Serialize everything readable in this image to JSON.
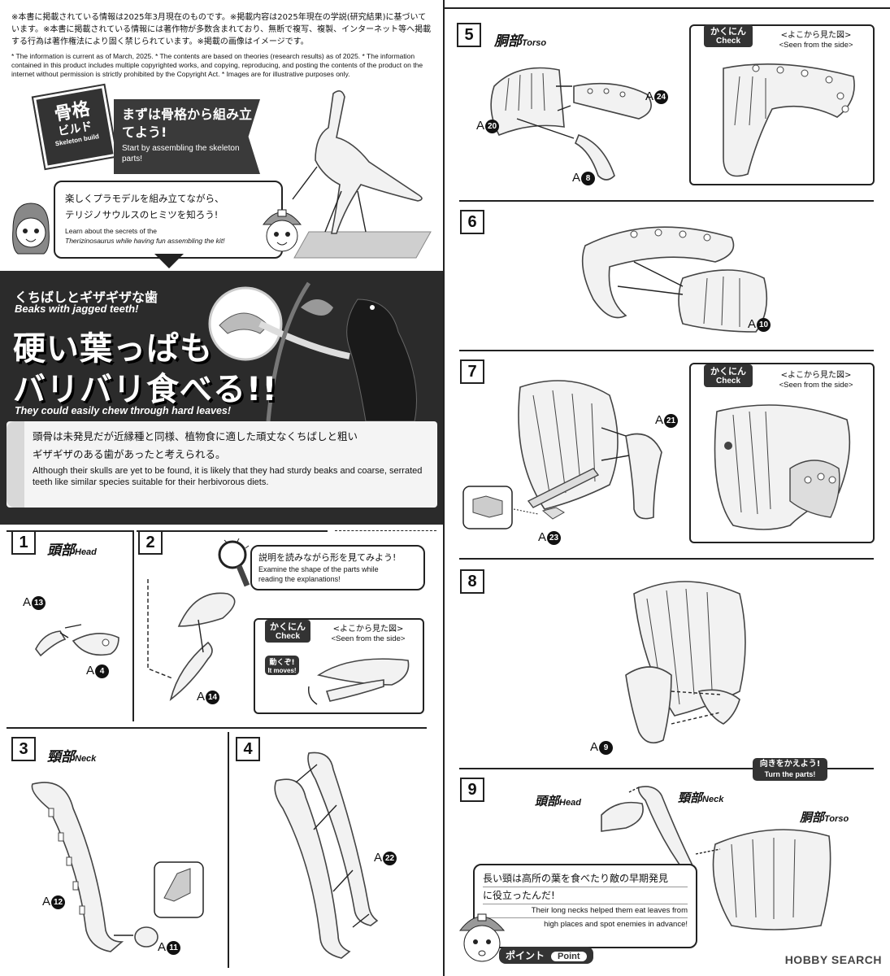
{
  "notes": {
    "ja": "※本書に掲載されている情報は2025年3月現在のものです。※掲載内容は2025年現在の学説(研究結果)に基づいています。※本書に掲載されている情報には著作物が多数含まれており、無断で複写、複製、インターネット等へ掲載する行為は著作権法により固く禁じられています。※掲載の画像はイメージです。",
    "en": "* The information is current as of March, 2025. * The contents are based on theories (research results) as of 2025. * The information contained in this product includes multiple copyrighted works, and copying, reproducing, and posting the contents of the product on the internet without permission is strictly prohibited by the Copyright Act. * Images are for illustrative purposes only."
  },
  "intro": {
    "badge_line1": "骨格",
    "badge_line2": "ビルド",
    "badge_en": "Skeleton build",
    "banner_ja": "まずは骨格から組み立てよう!",
    "banner_en": "Start by assembling the skeleton parts!",
    "speech_ja1": "楽しくプラモデルを組み立てながら、",
    "speech_ja2": "テリジノサウルスのヒミツを知ろう!",
    "speech_en1": "Learn about the secrets of the",
    "speech_en2": "Therizinosaurus while having fun assembling the kit!"
  },
  "feature": {
    "heading_ja": "くちばしとギザギザな歯",
    "heading_en": "Beaks with jagged teeth!",
    "big1": "硬い葉っぱも",
    "big2": "バリバリ食べる!!",
    "big_en": "They could easily chew through hard leaves!",
    "body_ja1": "頭骨は未発見だが近縁種と同様、植物食に適した頑丈なくちばしと粗い",
    "body_ja2": "ギザギザのある歯があったと考えられる。",
    "body_en": "Although their skulls are yet to be found, it is likely that they had sturdy beaks and coarse, serrated teeth like similar species suitable for their herbivorous diets."
  },
  "steps": {
    "s1": {
      "num": "1",
      "title_ja": "頭部",
      "title_en": "Head",
      "parts": [
        "A",
        "13",
        "A",
        "4"
      ]
    },
    "s2": {
      "num": "2",
      "tip_ja": "説明を読みながら形を見てみよう!",
      "tip_en1": "Examine the shape of the parts while",
      "tip_en2": "reading the explanations!",
      "part": "14",
      "moves_ja": "動くぞ!",
      "moves_en": "It moves!"
    },
    "s3": {
      "num": "3",
      "title_ja": "頸部",
      "title_en": "Neck",
      "part_a": "12",
      "part_b": "11"
    },
    "s4": {
      "num": "4",
      "part": "22"
    },
    "s5": {
      "num": "5",
      "title_ja": "胴部",
      "title_en": "Torso",
      "part_a": "24",
      "part_b": "20",
      "part_c": "8"
    },
    "s6": {
      "num": "6",
      "part": "10"
    },
    "s7": {
      "num": "7",
      "part_a": "21",
      "part_b": "23"
    },
    "s8": {
      "num": "8",
      "part": "9"
    },
    "s9": {
      "num": "9",
      "head_ja": "頭部",
      "head_en": "Head",
      "neck_ja": "頸部",
      "neck_en": "Neck",
      "torso_ja": "胴部",
      "torso_en": "Torso",
      "turn_ja": "向きをかえよう!",
      "turn_en": "Turn the parts!",
      "point_ja1": "長い頸は高所の葉を食べたり敵の早期発見",
      "point_ja2": "に役立ったんだ!",
      "point_en1": "Their long necks helped them eat leaves from",
      "point_en2": "high places and spot enemies in advance!",
      "point_tag_ja": "ポイント",
      "point_tag_en": "Point"
    }
  },
  "check": {
    "ja": "かくにん",
    "en": "Check",
    "seen_ja": "<よこから見た図>",
    "seen_en": "<Seen from the side>"
  },
  "watermark": "HOBBY SEARCH"
}
